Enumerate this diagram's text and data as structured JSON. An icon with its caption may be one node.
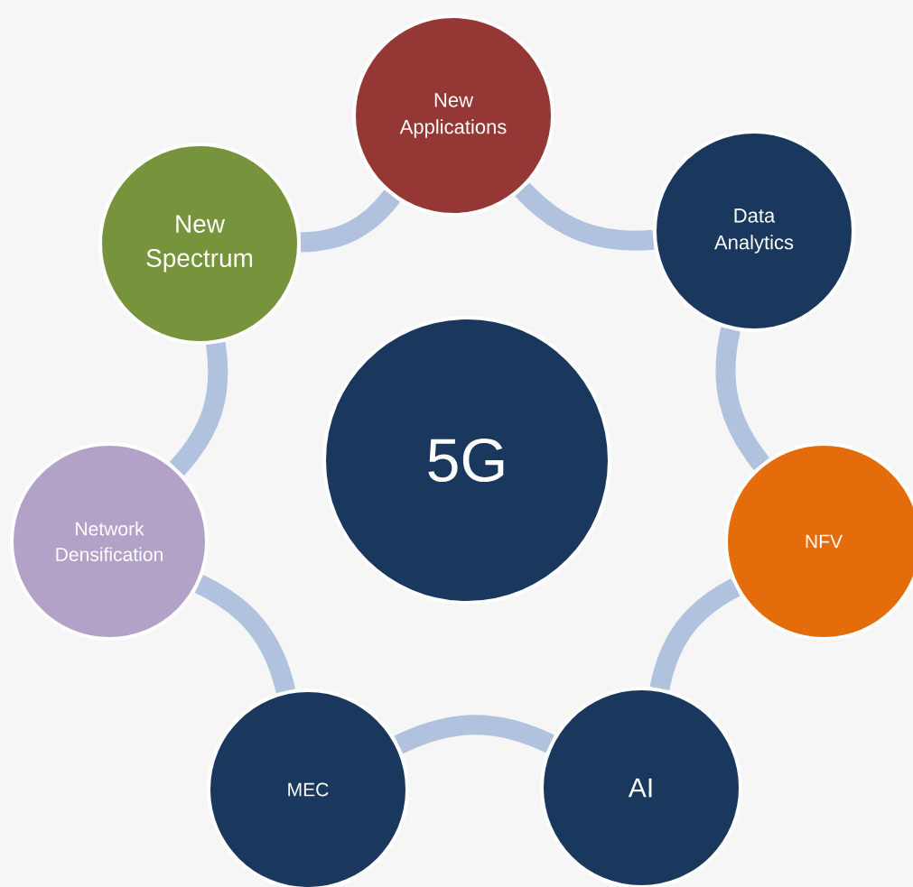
{
  "diagram": {
    "nodes": [
      {
        "text": [
          "New Applications"
        ]
      },
      {
        "text": [
          "Data Analytics"
        ]
      },
      {
        "text": [
          "NFV"
        ]
      },
      {
        "text": [
          "AI"
        ]
      },
      {
        "text": [
          "MEC"
        ]
      },
      {
        "text": [
          "Network Densification"
        ]
      },
      {
        "text": [
          "New Spectrum"
        ]
      },
      {
        "text": [
          "5G"
        ]
      }
    ],
    "edges": [
      {
        "from": 0,
        "to": 1,
        "arrow": "none"
      },
      {
        "from": 1,
        "to": 2,
        "arrow": "none"
      },
      {
        "from": 2,
        "to": 3,
        "arrow": "none"
      },
      {
        "from": 3,
        "to": 4,
        "arrow": "none"
      },
      {
        "from": 4,
        "to": 5,
        "arrow": "none"
      },
      {
        "from": 5,
        "to": 6,
        "arrow": "none"
      },
      {
        "from": 6,
        "to": 0,
        "arrow": "none"
      }
    ]
  }
}
